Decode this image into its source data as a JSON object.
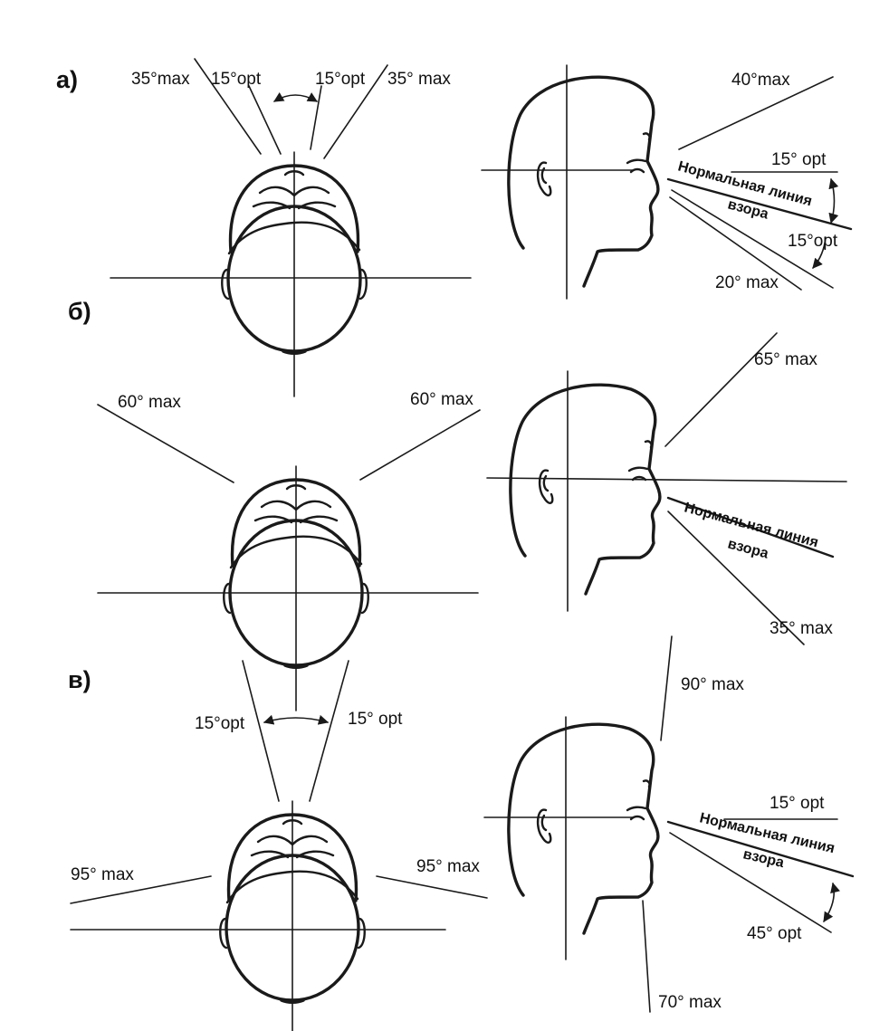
{
  "sections": {
    "a": "а)",
    "b": "б)",
    "c": "в)"
  },
  "top_a": {
    "max_left": "35°max",
    "opt_left": "15°opt",
    "opt_right": "15°opt",
    "max_right": "35° max"
  },
  "side_a": {
    "up_max": "40°max",
    "opt_up": "15° opt",
    "normal_line_1": "Нормальная линия",
    "normal_line_2": "взора",
    "opt_down": "15°opt",
    "down_max": "20° max"
  },
  "top_b": {
    "max_left": "60° max",
    "max_right": "60° max"
  },
  "side_b": {
    "up_max": "65° max",
    "normal_line_1": "Нормальная линия",
    "normal_line_2": "взора",
    "down_max": "35° max"
  },
  "top_c": {
    "opt_left": "15°opt",
    "opt_right": "15° opt",
    "max_left": "95° max",
    "max_right": "95° max"
  },
  "side_c": {
    "up_max": "90° max",
    "opt_up": "15° opt",
    "normal_line_1": "Нормальная линия",
    "normal_line_2": "взора",
    "opt_down": "45° opt",
    "down_max": "70° max"
  }
}
